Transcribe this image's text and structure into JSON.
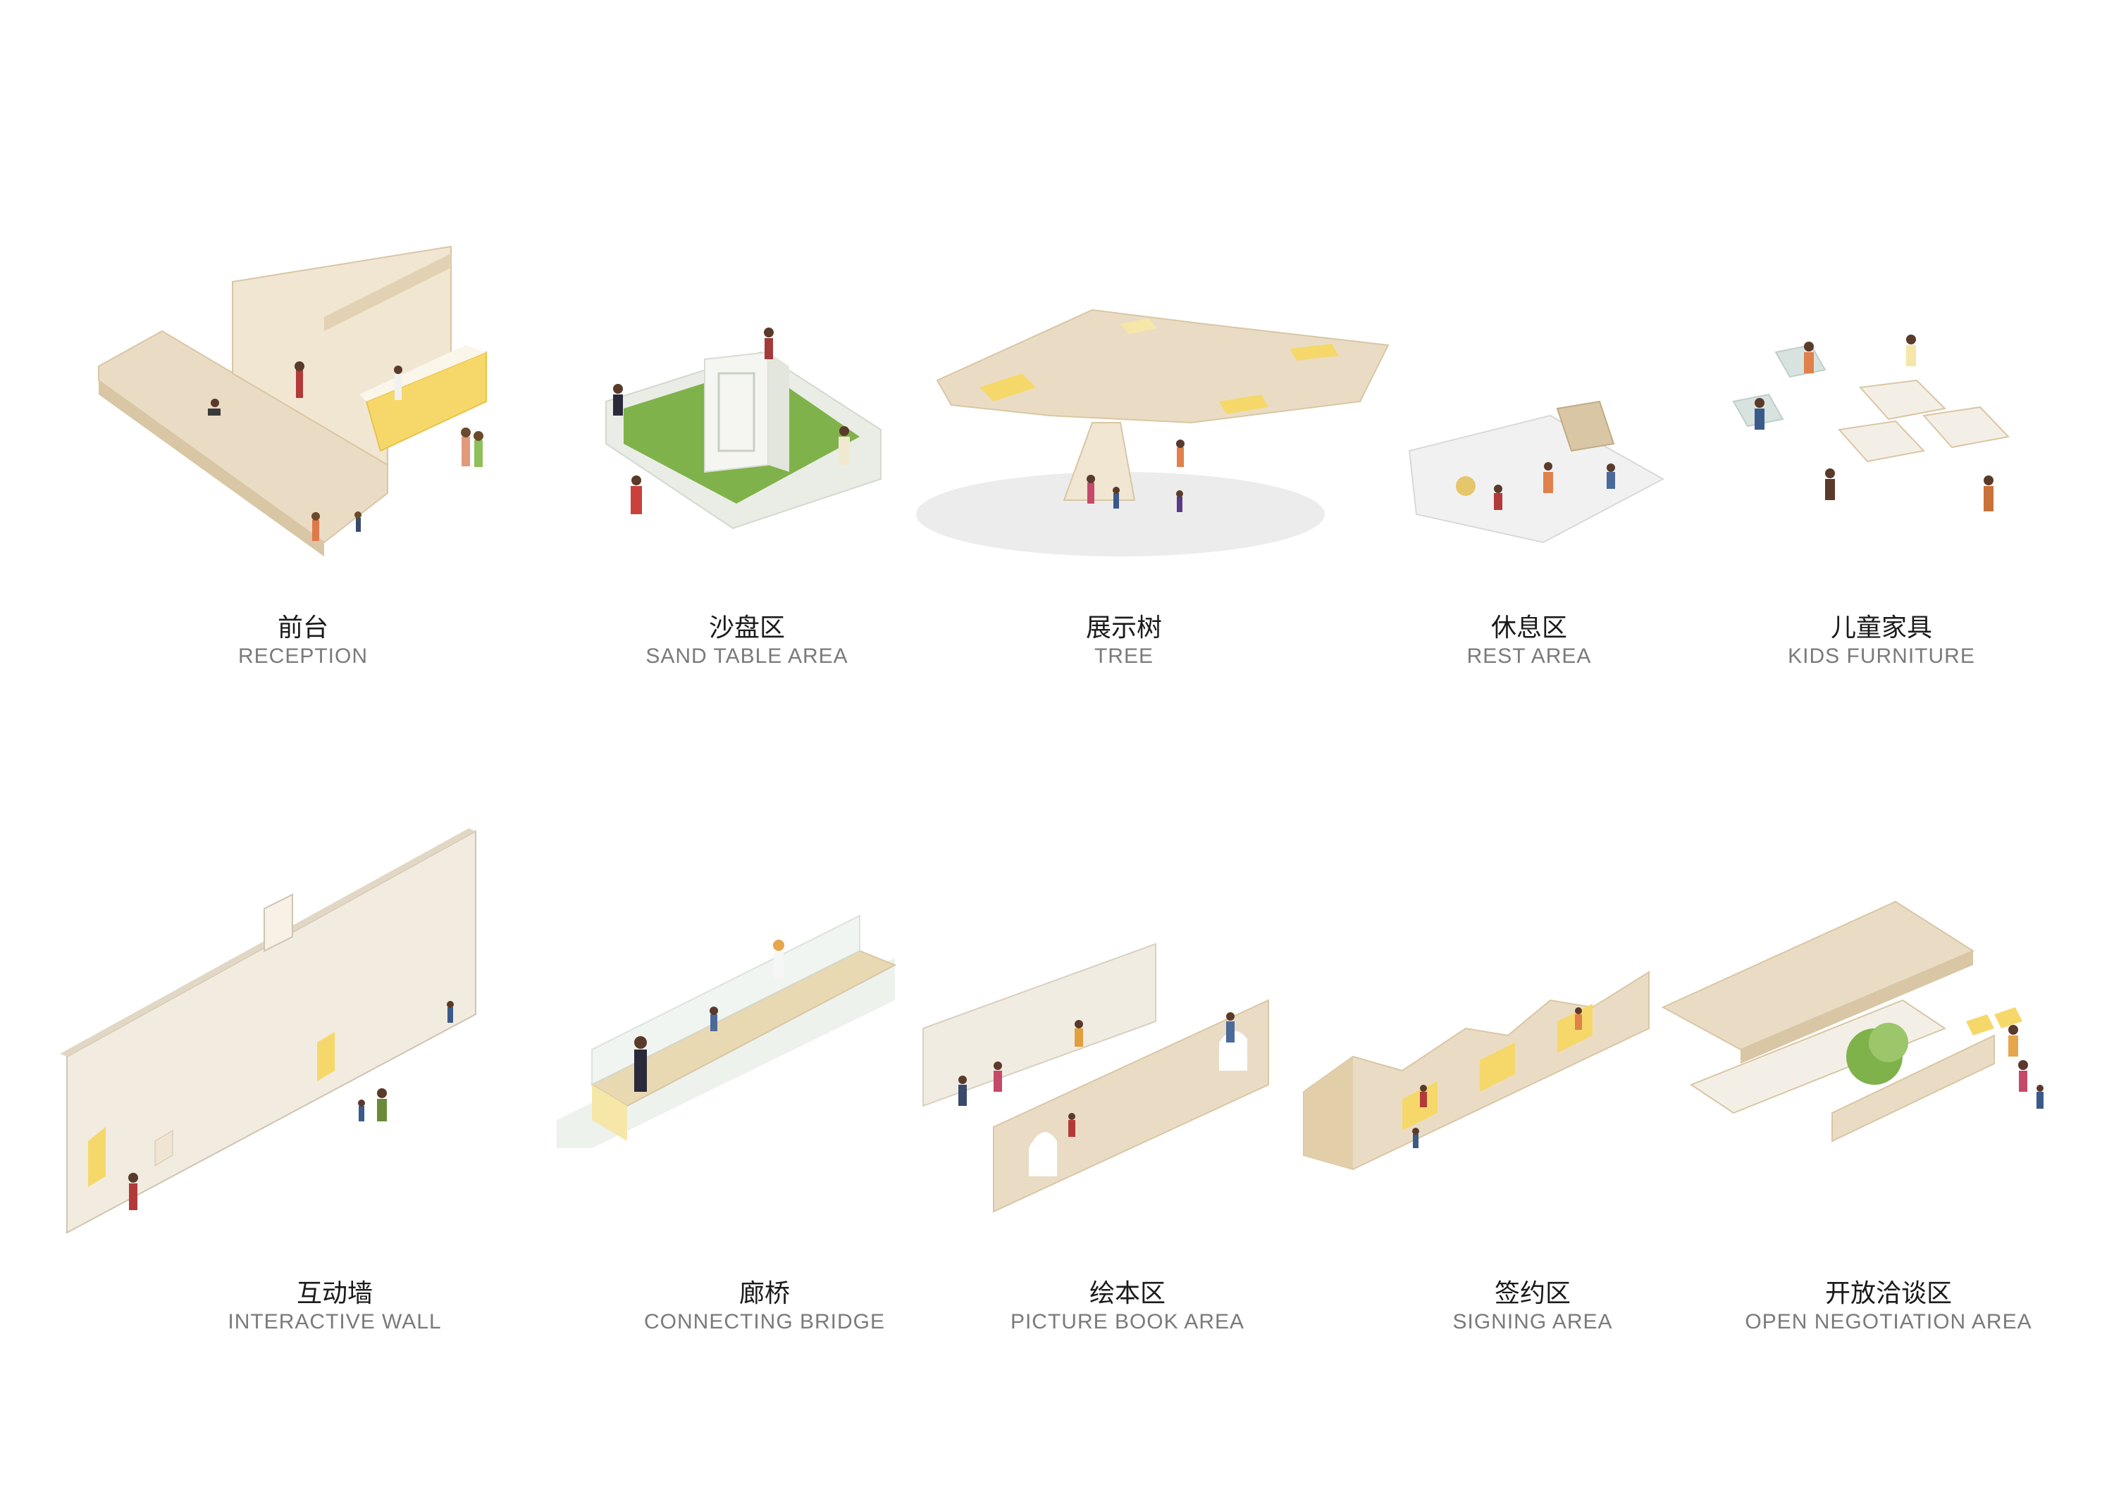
{
  "items": [
    {
      "zh": "前台",
      "en": "RECEPTION"
    },
    {
      "zh": "沙盘区",
      "en": "SAND TABLE AREA"
    },
    {
      "zh": "展示树",
      "en": "TREE"
    },
    {
      "zh": "休息区",
      "en": "REST AREA"
    },
    {
      "zh": "儿童家具",
      "en": "KIDS FURNITURE"
    },
    {
      "zh": "互动墙",
      "en": "INTERACTIVE WALL"
    },
    {
      "zh": "廊桥",
      "en": "CONNECTING BRIDGE"
    },
    {
      "zh": "绘本区",
      "en": "PICTURE BOOK AREA"
    },
    {
      "zh": "签约区",
      "en": "SIGNING AREA"
    },
    {
      "zh": "开放洽谈区",
      "en": "OPEN NEGOTIATION AREA"
    }
  ],
  "colors": {
    "wood": "#eadcc4",
    "wood_dark": "#d9c6a4",
    "accent_yellow": "#f6d86a",
    "grass": "#7fb24a",
    "panel_light": "#f4efe6",
    "glass": "#e8efe9",
    "caption_zh": "#1a1a1a",
    "caption_en": "#7a7a7a"
  }
}
